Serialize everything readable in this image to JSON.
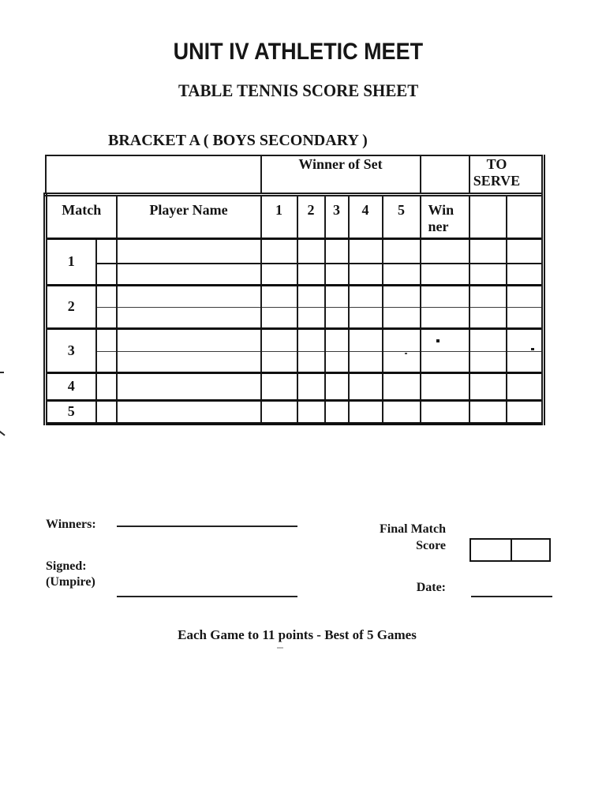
{
  "document": {
    "title": "UNIT IV ATHLETIC MEET",
    "subtitle": "TABLE TENNIS SCORE SHEET",
    "bracket_heading": "BRACKET A ( BOYS SECONDARY )",
    "note": "Each Game to 11 points - Best of 5 Games"
  },
  "score_table": {
    "winner_of_set_label": "Winner of Set",
    "to_serve_lines": [
      "TO",
      "SERVE"
    ],
    "headers": {
      "match": "Match",
      "player_name": "Player Name",
      "set_numbers": [
        "1",
        "2",
        "3",
        "4",
        "5"
      ],
      "winner_lines": [
        "Win",
        "ner"
      ]
    },
    "matches": [
      {
        "no": "1"
      },
      {
        "no": "2"
      },
      {
        "no": "3"
      },
      {
        "no": "4"
      },
      {
        "no": "5"
      }
    ]
  },
  "footer": {
    "winners_label": "Winners:",
    "signed_label": "Signed:",
    "umpire_label": "(Umpire)",
    "final_match_line1": "Final Match",
    "final_match_line2": "Score",
    "date_label": "Date:"
  },
  "colors": {
    "ink": "#161616",
    "line": "#1b1b1b",
    "background": "#ffffff"
  }
}
